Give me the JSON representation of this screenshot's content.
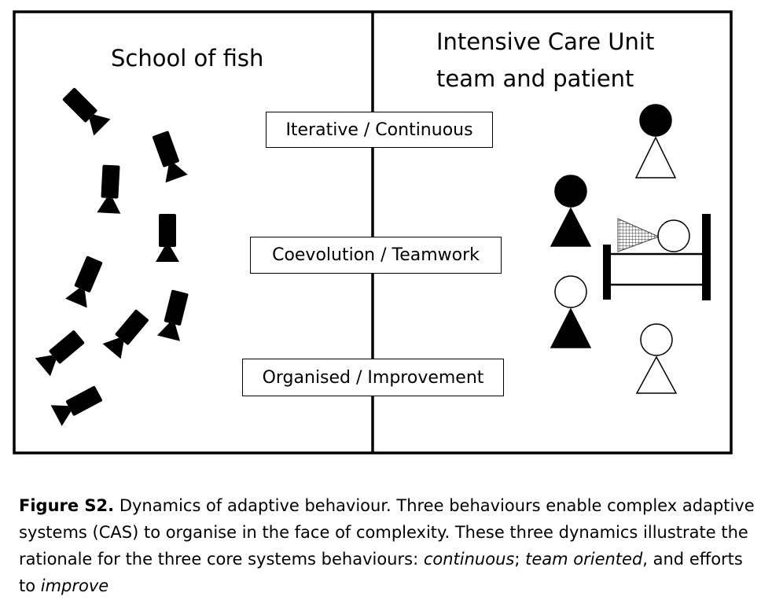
{
  "left_panel": {
    "title": "School of fish"
  },
  "right_panel": {
    "title_line1": "Intensive Care Unit",
    "title_line2": "team and patient"
  },
  "behaviours": [
    {
      "label": "Iterative / Continuous"
    },
    {
      "label": "Coevolution / Teamwork"
    },
    {
      "label": "Organised / Improvement"
    }
  ],
  "caption": {
    "figure_label": "Figure S2.",
    "text_1": " Dynamics of adaptive behaviour.  Three behaviours enable complex adaptive systems (CAS) to organise in the face of complexity.  These three dynamics illustrate the rationale for the three core systems behaviours: ",
    "italic_1": "continuous",
    "text_2": "; ",
    "italic_2": "team oriented",
    "text_3": ", and efforts to ",
    "italic_3": "improve"
  },
  "icons": [
    "fish-icon",
    "person-icon",
    "patient-icon",
    "bed-icon"
  ]
}
